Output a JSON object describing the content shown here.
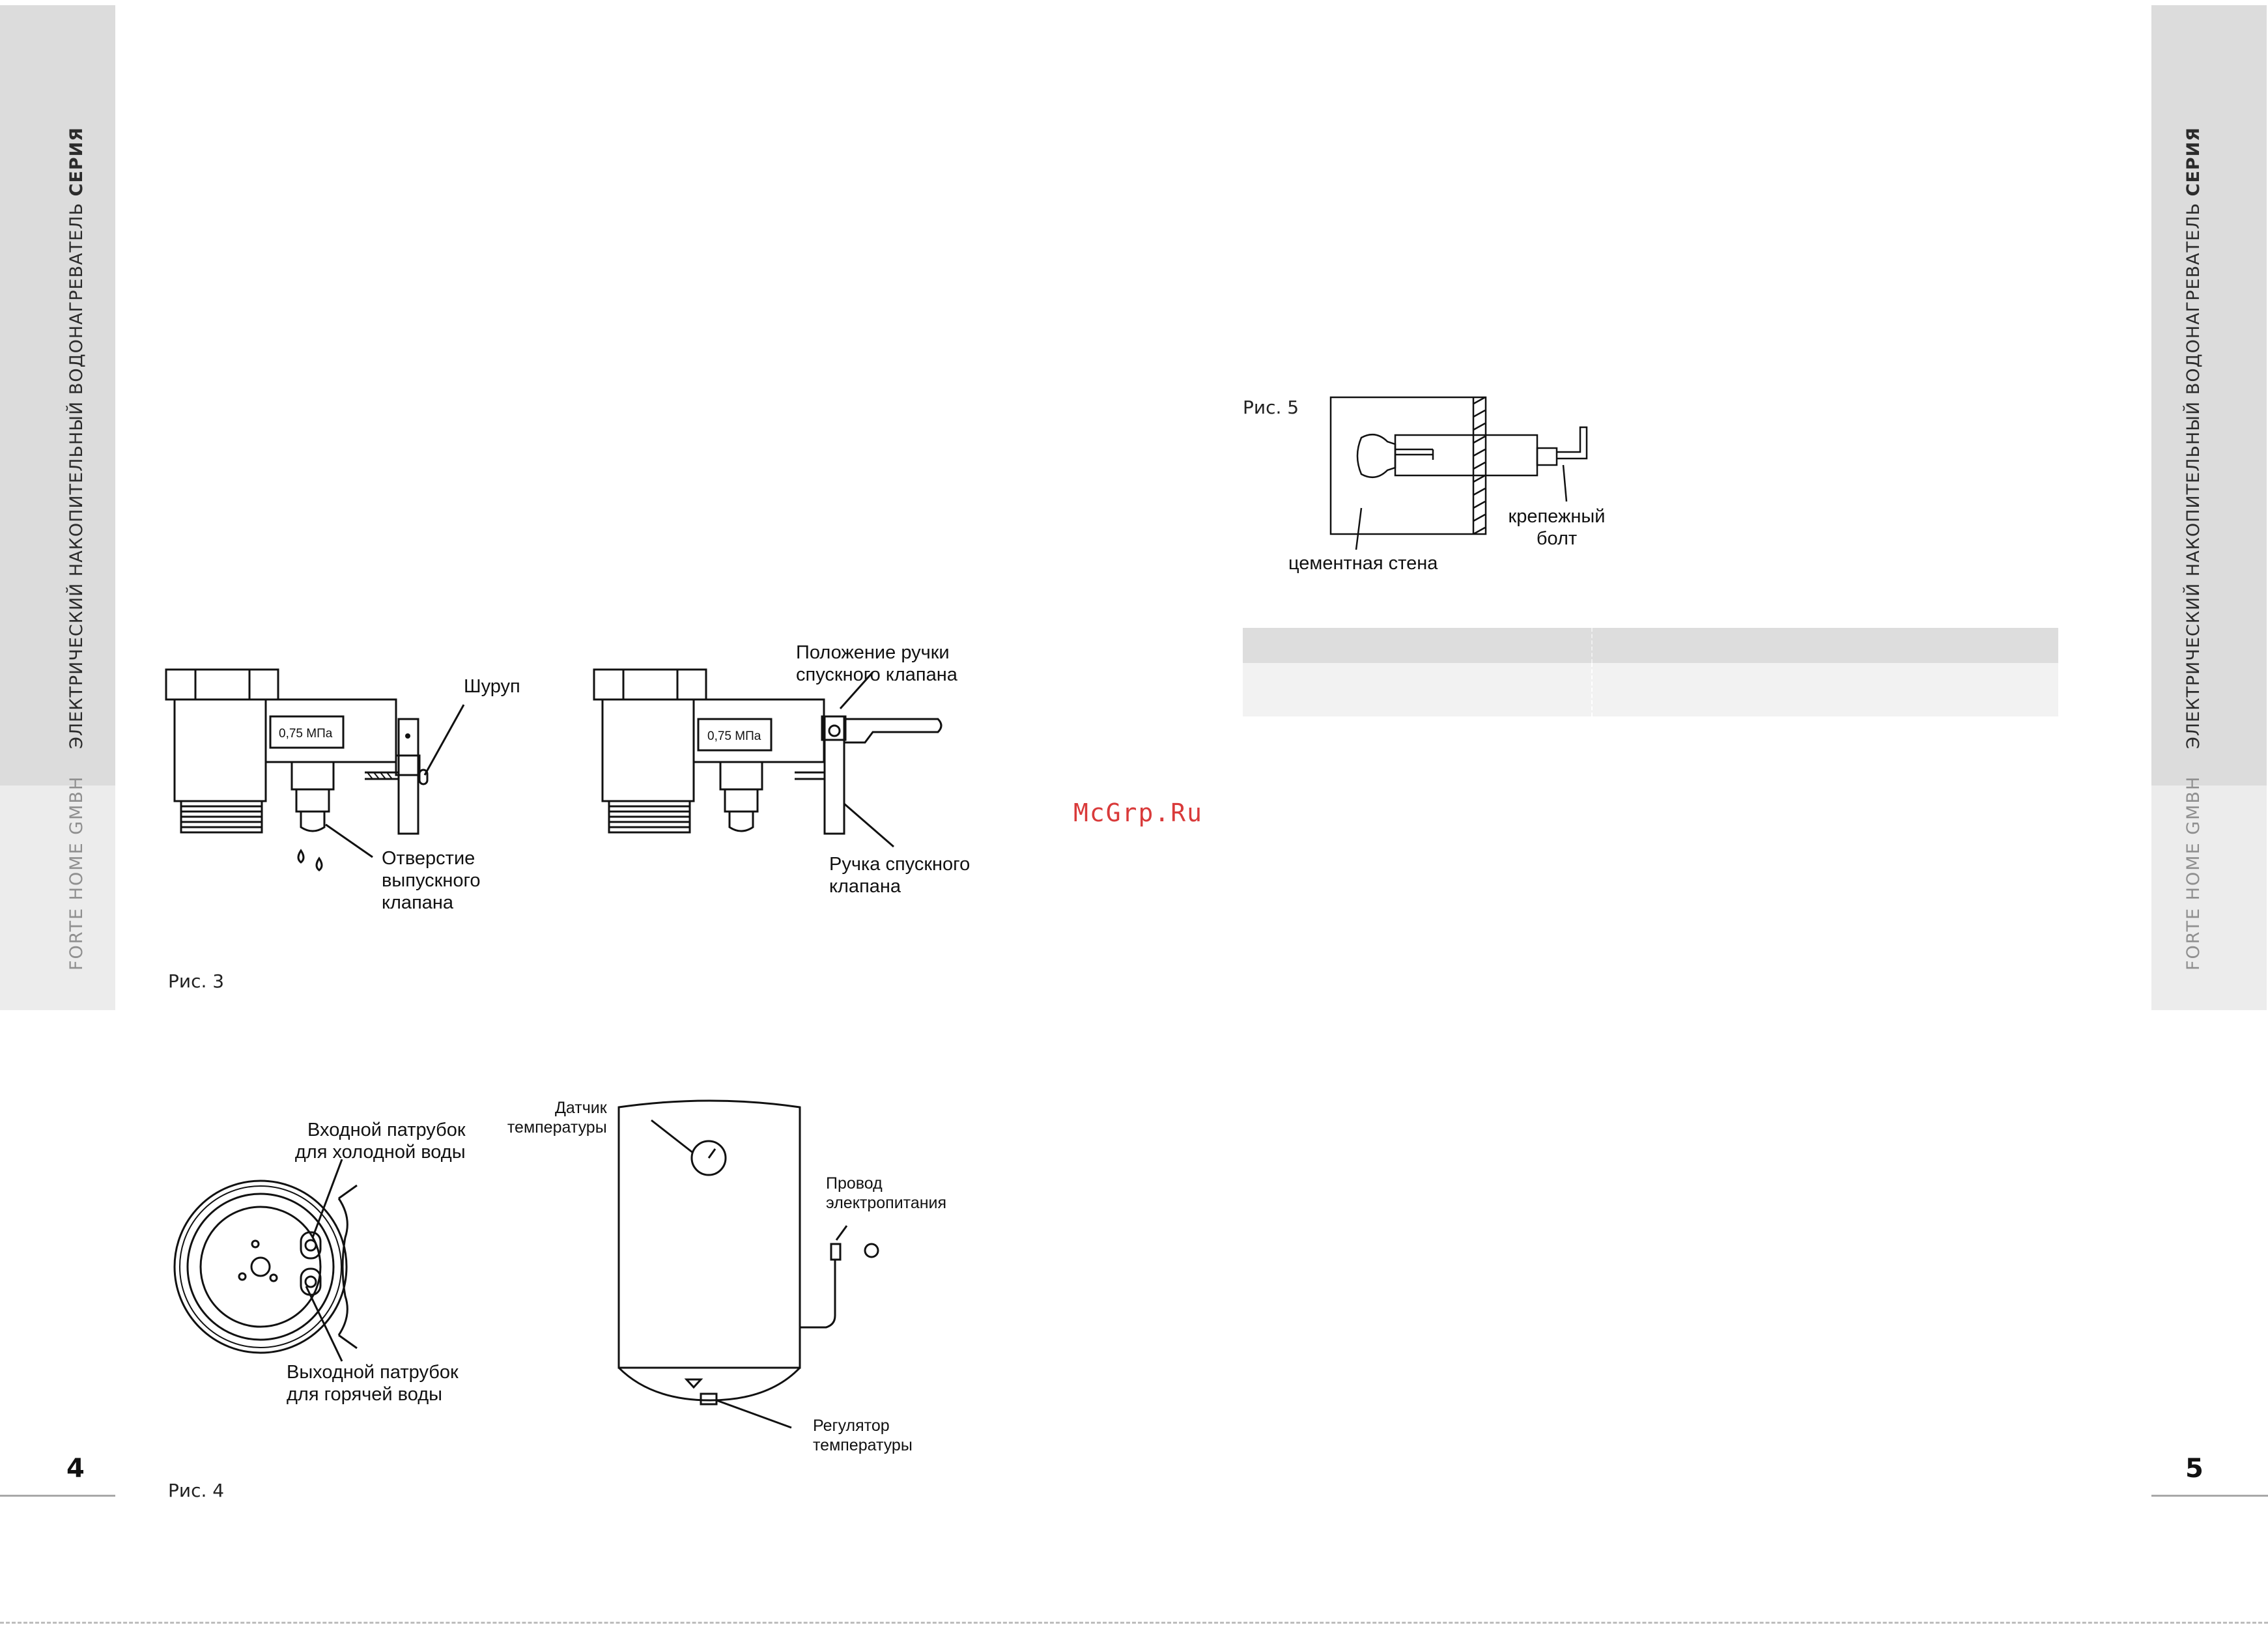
{
  "sidebar": {
    "title_regular": "ЭЛЕКТРИЧЕСКИЙ НАКОПИТЕЛЬНЫЙ ВОДОНАГРЕВАТЕЛЬ ",
    "title_bold": "СЕРИЯ",
    "company": "FORTE HOME GMBH"
  },
  "pages": {
    "left_number": "4",
    "right_number": "5"
  },
  "watermark": "McGrp.Ru",
  "fig3": {
    "caption": "Рис. 3",
    "gauge_left": "0,75 МПа",
    "gauge_right": "0,75 МПа",
    "screw_label": "Шуруп",
    "outlet_label": [
      "Отверстие",
      "выпускного",
      "клапана"
    ],
    "handle_position_label": [
      "Положение ручки",
      "спускного клапана"
    ],
    "handle_label": [
      "Ручка спускного",
      "клапана"
    ]
  },
  "fig4": {
    "caption": "Рис. 4",
    "cold_inlet": [
      "Входной патрубок",
      "для холодной воды"
    ],
    "hot_outlet": [
      "Выходной патрубок",
      "для горячей воды"
    ],
    "temp_sensor": [
      "Датчик",
      "температуры"
    ],
    "power_cord": [
      "Провод",
      "электропитания"
    ],
    "temp_regulator": [
      "Регулятор",
      "температуры"
    ]
  },
  "fig5": {
    "caption": "Рис. 5",
    "bolt_label": [
      "крепежный",
      "болт"
    ],
    "wall_label": "цементная стена"
  }
}
